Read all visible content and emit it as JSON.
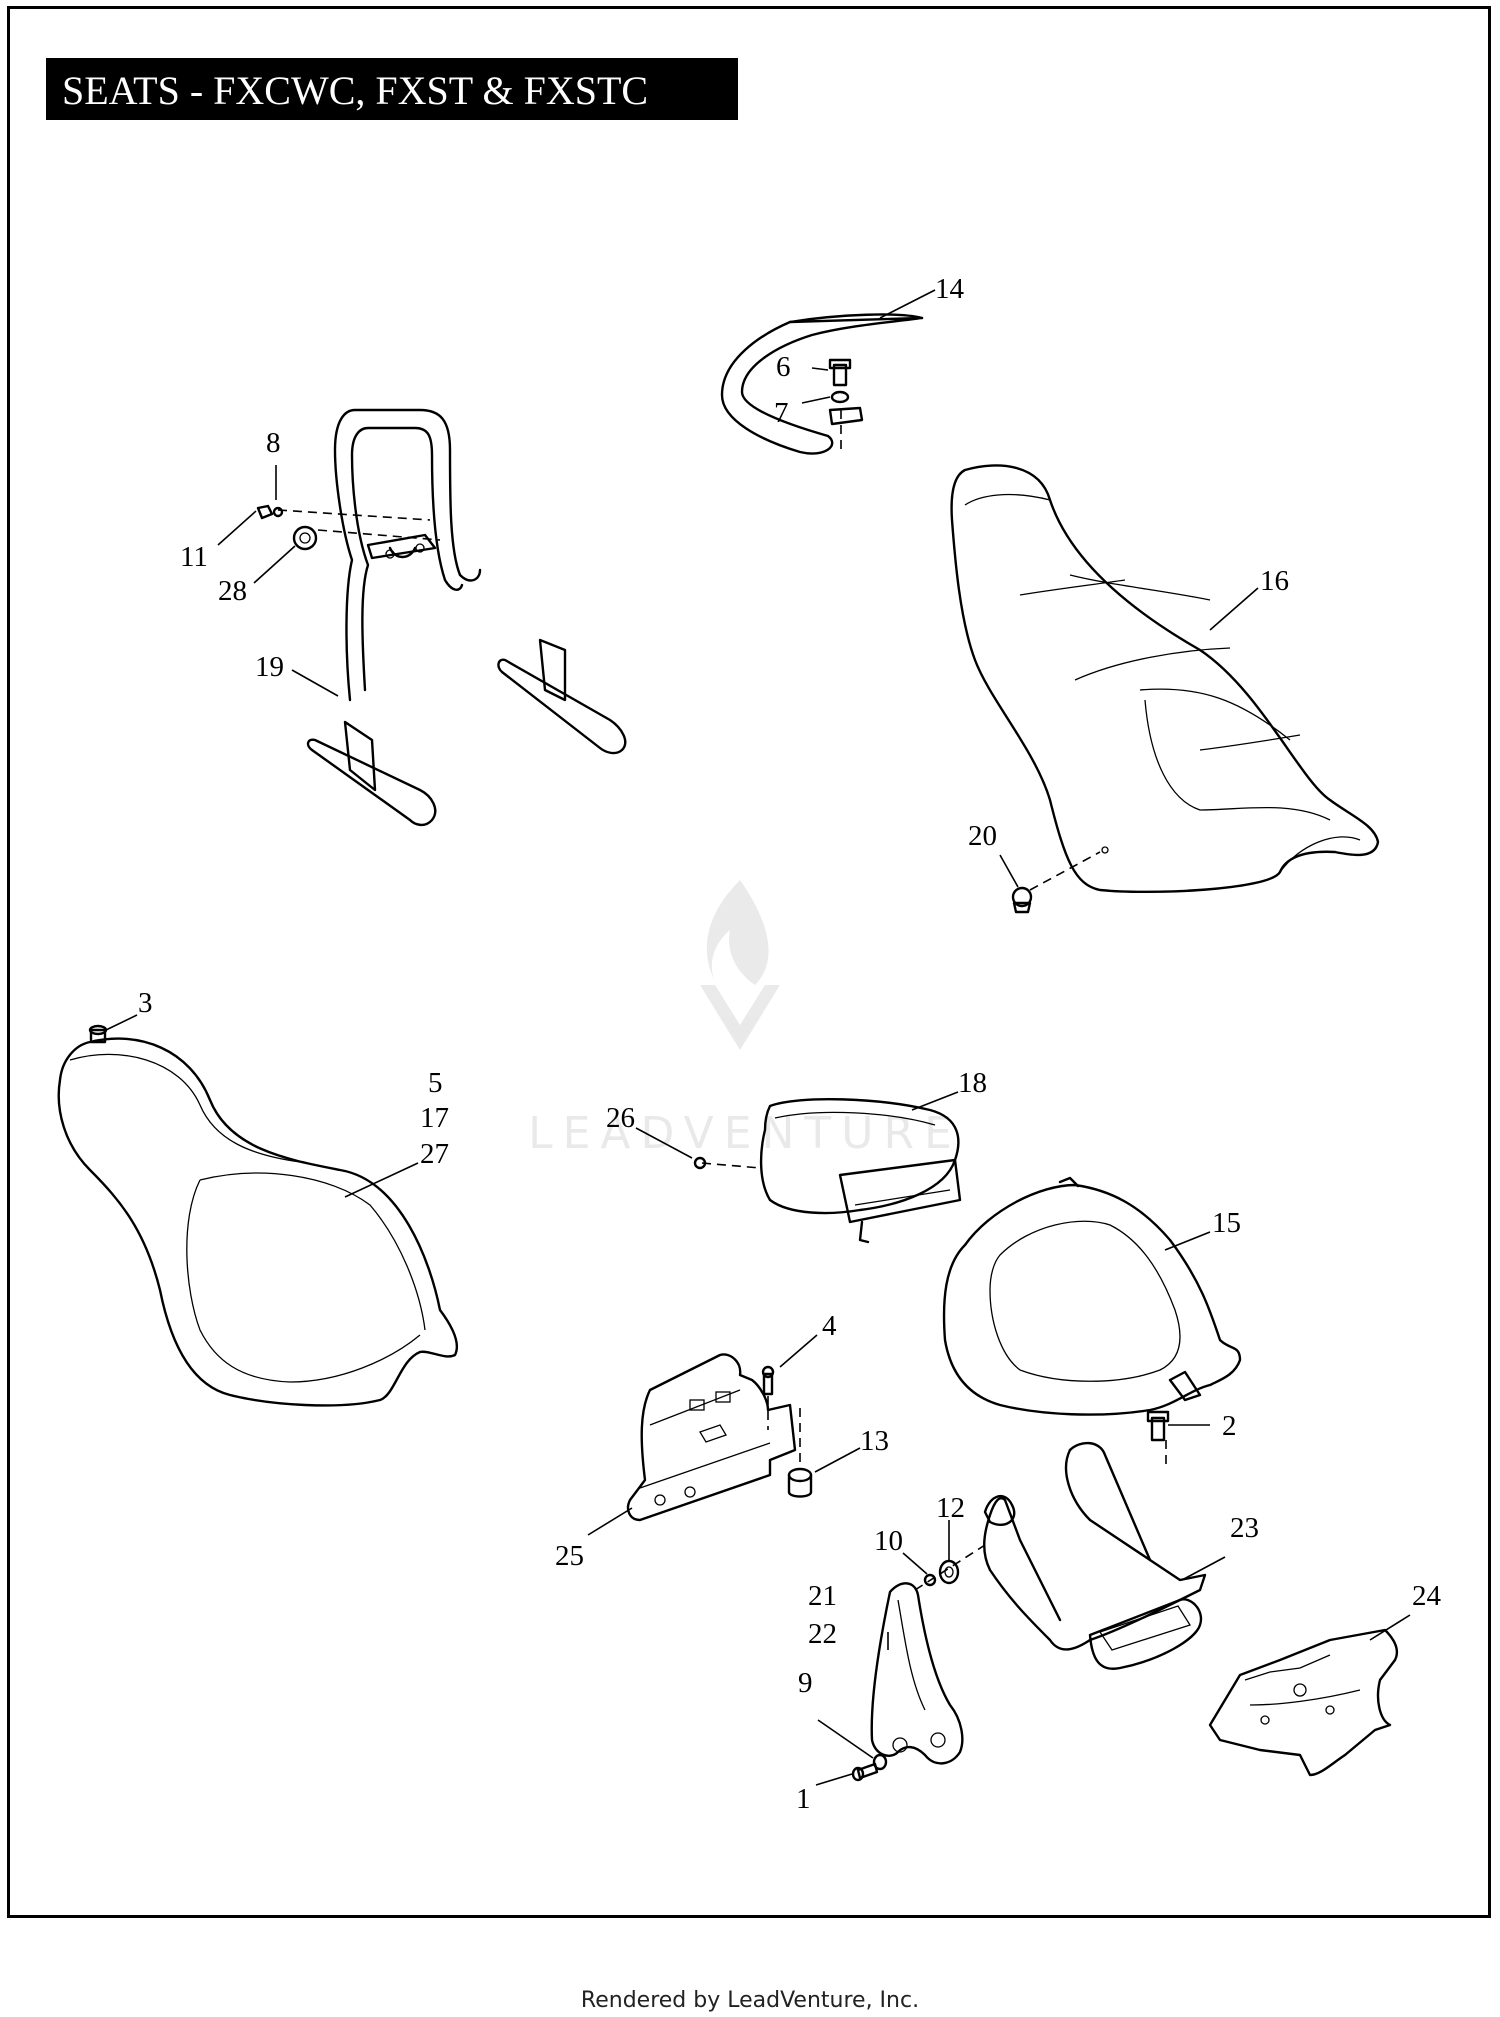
{
  "title": "SEATS - FXCWC, FXST & FXSTC",
  "footer": "Rendered by LeadVenture, Inc.",
  "watermark": {
    "text": "LEADVENTURE",
    "icon": "flame-v-logo-icon"
  },
  "callouts": {
    "c1": "1",
    "c2": "2",
    "c3": "3",
    "c4": "4",
    "c5": "5",
    "c6": "6",
    "c7": "7",
    "c8": "8",
    "c9": "9",
    "c10": "10",
    "c11": "11",
    "c12": "12",
    "c13": "13",
    "c14": "14",
    "c15": "15",
    "c16": "16",
    "c17": "17",
    "c18": "18",
    "c19": "19",
    "c20": "20",
    "c21": "21",
    "c22": "22",
    "c23": "23",
    "c24": "24",
    "c25": "25",
    "c26": "26",
    "c27": "27",
    "c28": "28"
  }
}
